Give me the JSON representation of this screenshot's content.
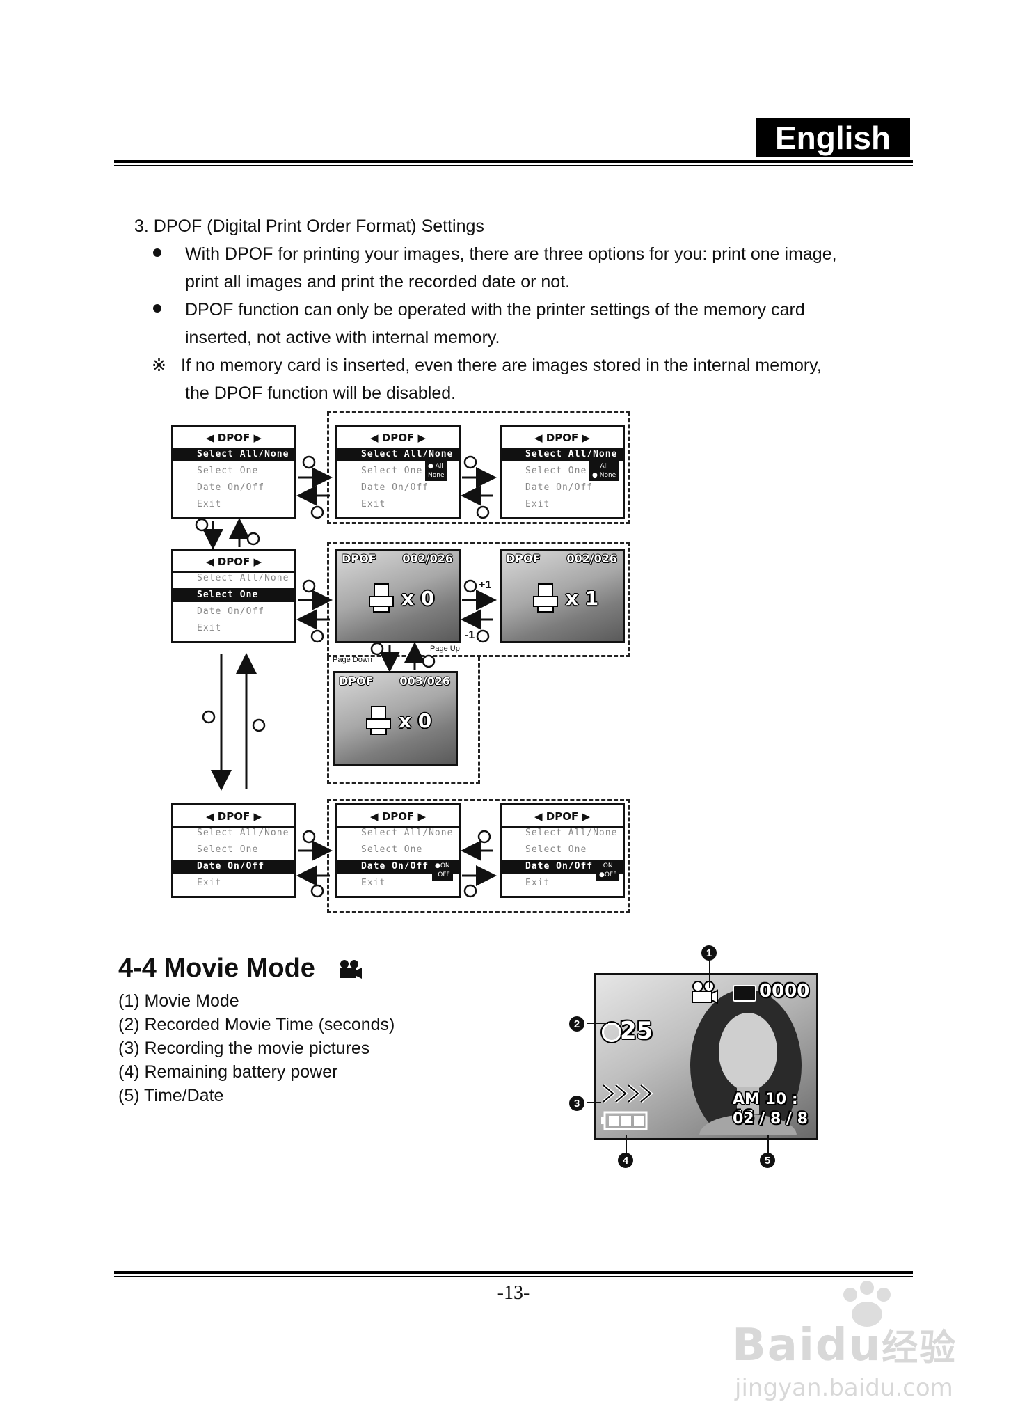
{
  "header": {
    "language": "English"
  },
  "dpof_section": {
    "heading": "3. DPOF (Digital Print Order Format) Settings",
    "bullets": [
      {
        "line1": "With DPOF for printing your images, there are three options for you: print one image,",
        "line2": "print all images and print the recorded date or not."
      },
      {
        "line1": "DPOF function can only be operated with the printer settings of the memory card",
        "line2": "inserted, not active with internal memory."
      }
    ],
    "note": {
      "mark": "※",
      "line1": "If no memory card is inserted, even there are images stored in the internal memory,",
      "line2": "the DPOF function will be disabled."
    }
  },
  "diagram": {
    "menu_title": "◀ DPOF ▶",
    "menu_items": [
      "Select All/None",
      "Select One",
      "Date On/Off",
      "Exit"
    ],
    "popup_all_none": [
      "● All",
      "None",
      "All",
      "● None"
    ],
    "popup_on_off": [
      "●ON",
      "OFF",
      "ON",
      "●OFF"
    ],
    "photo_label": "DPOF",
    "photo_frames": [
      {
        "index": "002/026",
        "count": "x 0"
      },
      {
        "index": "002/026",
        "count": "x 1"
      },
      {
        "index": "003/026",
        "count": "x 0"
      }
    ],
    "labels": {
      "plus_one": "+1",
      "minus_one": "-1",
      "page_down": "Page Down",
      "page_up": "Page Up"
    }
  },
  "movie_section": {
    "title": "4-4 Movie Mode",
    "items": [
      "(1) Movie Mode",
      "(2) Recorded Movie Time (seconds)",
      "(3) Recording the movie pictures",
      "(4) Remaining battery power",
      "(5) Time/Date"
    ],
    "screen": {
      "frame_count": "0000",
      "record_time": "25",
      "time": "AM 10 : 46",
      "date": "02 / 8 / 8"
    },
    "callouts": [
      "1",
      "2",
      "3",
      "4",
      "5"
    ]
  },
  "footer": {
    "page_number": "-13-"
  },
  "watermark": {
    "brand": "Baidu",
    "brand_cn": "经验",
    "url": "jingyan.baidu.com"
  }
}
